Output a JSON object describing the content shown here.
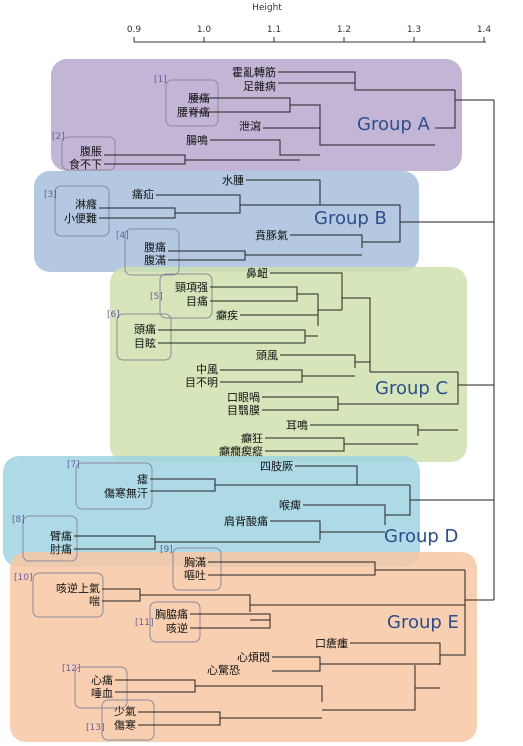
{
  "axis": {
    "title": "Height",
    "ticks": [
      "0.9",
      "1.0",
      "1.1",
      "1.2",
      "1.3",
      "1.4"
    ]
  },
  "groups": [
    {
      "label": "Group A",
      "color": "#b9a8cf"
    },
    {
      "label": "Group B",
      "color": "#a7bedd"
    },
    {
      "label": "Group C",
      "color": "#cfe0ae"
    },
    {
      "label": "Group D",
      "color": "#9fd3e2"
    },
    {
      "label": "Group E",
      "color": "#f8c7a3"
    }
  ],
  "clusters": [
    "[1]",
    "[2]",
    "[3]",
    "[4]",
    "[5]",
    "[6]",
    "[7]",
    "[8]",
    "[9]",
    "[10]",
    "[11]",
    "[12]",
    "[13]"
  ],
  "leaves": [
    "霍亂轉筋",
    "足雜病",
    "腰痛",
    "腰脊痛",
    "泄瀉",
    "腸鳴",
    "腹脹",
    "食不下",
    "水腫",
    "痛疝",
    "淋癃",
    "小便難",
    "賁豚氣",
    "腹痛",
    "腹滿",
    "鼻衄",
    "頸項强",
    "目痛",
    "癲疾",
    "頭痛",
    "目眩",
    "頭風",
    "中風",
    "目不明",
    "口眼喎",
    "目翳膜",
    "耳鳴",
    "癲狂",
    "癲癇瘈瘲",
    "四肢厥",
    "瘧",
    "傷寒無汗",
    "喉痺",
    "肩背酸痛",
    "臂痛",
    "肘痛",
    "胸滿",
    "嘔吐",
    "咳逆上氣",
    "喘",
    "胸脇痛",
    "咳逆",
    "口瘡瘇",
    "心煩悶",
    "心驚恐",
    "心痛",
    "唾血",
    "少氣",
    "傷寒"
  ]
}
